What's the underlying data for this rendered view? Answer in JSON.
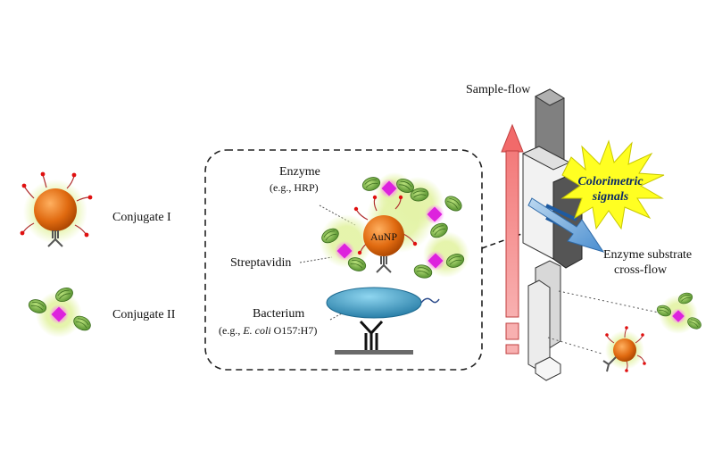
{
  "labels": {
    "conjugate_1": "Conjugate I",
    "conjugate_2": "Conjugate II",
    "enzyme": "Enzyme",
    "enzyme_example": "(e.g., HRP)",
    "streptavidin": "Streptavidin",
    "aunp": "AuNP",
    "bacterium": "Bacterium",
    "bacterium_example_prefix": "(e.g., ",
    "bacterium_example_species": "E. coli",
    "bacterium_example_suffix": " O157:H7)",
    "sample_flow": "Sample-flow",
    "signal_line1": "Colorimetric",
    "signal_line2": "signals",
    "substrate_line1": "Enzyme substrate",
    "substrate_line2": "cross-flow"
  },
  "colors": {
    "aunp": "#d9640f",
    "glow": "#dcef9c",
    "streptavidin": "#dd22dd",
    "enzyme": "#6aa83a",
    "bacterium": "#3d9fc8",
    "arrow_flow": "#f08080",
    "burst": "#ffff22",
    "substrate_arrow": "#6fa8dc"
  },
  "icons": [
    "aunp-particle",
    "antibody-y-icon",
    "enzyme-blob-icon",
    "streptavidin-cross-icon",
    "bacterium-ellipse",
    "arrow-up-icon",
    "arrow-right-icon",
    "starburst-icon"
  ]
}
